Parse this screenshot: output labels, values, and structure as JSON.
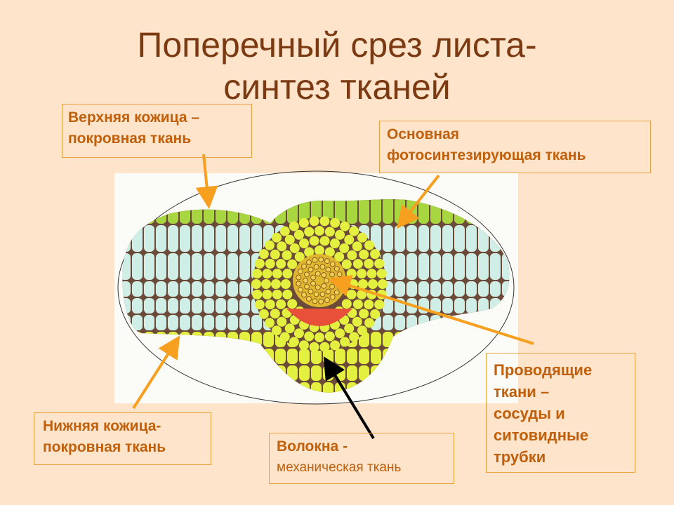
{
  "title": {
    "line1": "Поперечный срез листа-",
    "line2": "синтез тканей"
  },
  "labels": {
    "upper_epidermis": [
      "Верхняя кожица –",
      "покровная ткань"
    ],
    "mesophyll": [
      "Основная",
      "фотосинтезирующая ткань"
    ],
    "vascular": [
      "Проводящие",
      "ткани –",
      "сосуды и",
      "ситовидные",
      "трубки"
    ],
    "lower_epidermis": [
      "Нижняя кожица-",
      "покровная ткань"
    ],
    "fibers": [
      "Волокна -",
      "механическая ткань"
    ]
  },
  "colors": {
    "background": "#fde4cb",
    "title": "#7b3a12",
    "label": "#c0600c",
    "arrow": "#f7a020",
    "mesophyll": "#cfeee6",
    "epidermis": "#a8d640",
    "bundle": "#e4f040",
    "phloem": "#e8503a"
  }
}
